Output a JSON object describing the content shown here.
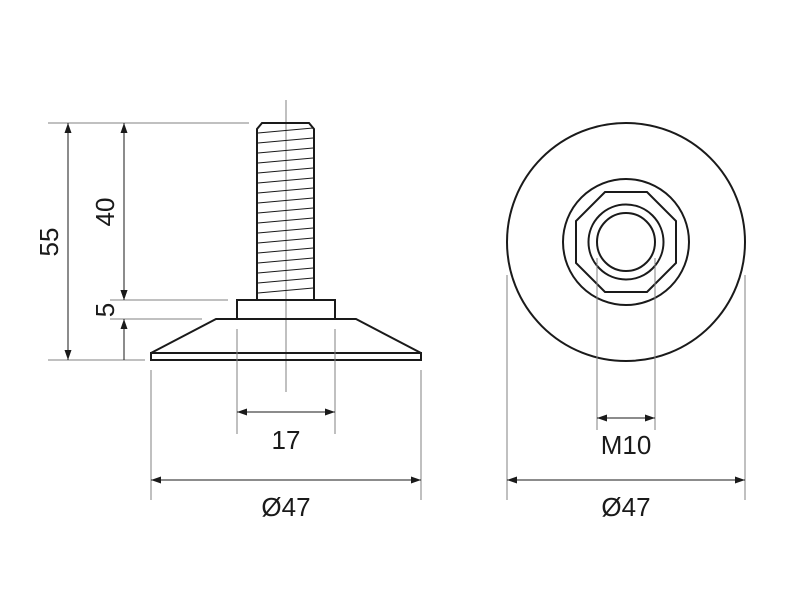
{
  "drawing": {
    "title": "Leveling foot technical drawing",
    "side_view": {
      "dim_total_height": "55",
      "dim_thread_length": "40",
      "dim_collar_height": "5",
      "dim_collar_width": "17",
      "dim_base_diameter": "Ø47"
    },
    "top_view": {
      "dim_thread": "M10",
      "dim_base_diameter": "Ø47"
    },
    "colors": {
      "line": "#1a1a1a",
      "extension": "#808080"
    }
  }
}
